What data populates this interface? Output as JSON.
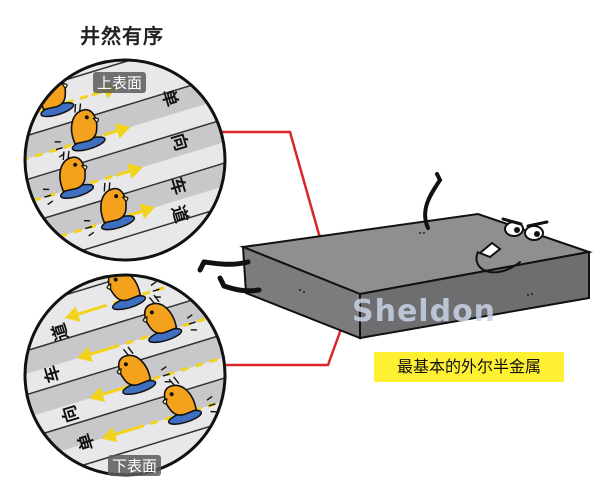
{
  "title": "井然有序",
  "upper_label": "上表面",
  "lower_label": "下表面",
  "caption": "最基本的外尔半金属",
  "watermark": "Sheldon",
  "lane_chars_upper": [
    "单",
    "向",
    "车",
    "道"
  ],
  "lane_chars_lower": [
    "道",
    "车",
    "向",
    "单"
  ],
  "colors": {
    "caption_bg": "#fff033",
    "arrow": "#f2d21b",
    "duck": "#f4a21d",
    "board": "#3f6fc0",
    "connector": "#d9262a",
    "slab_top": "#8f8f91",
    "slab_front": "#6e6e70",
    "slab_side": "#7c7c7e"
  }
}
